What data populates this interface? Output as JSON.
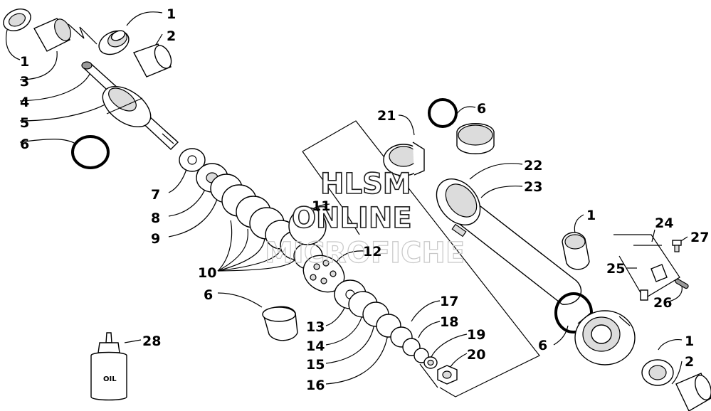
{
  "watermark": {
    "line1": "HLSM",
    "line2": "ONLINE",
    "line3": "MICROFICHE"
  },
  "bottle_label": "OIL",
  "callouts": [
    {
      "id": "c1a",
      "text": "1"
    },
    {
      "id": "c2a",
      "text": "2"
    },
    {
      "id": "c1b",
      "text": "1"
    },
    {
      "id": "c3",
      "text": "3"
    },
    {
      "id": "c4",
      "text": "4"
    },
    {
      "id": "c5",
      "text": "5"
    },
    {
      "id": "c6a",
      "text": "6"
    },
    {
      "id": "c7",
      "text": "7"
    },
    {
      "id": "c8",
      "text": "8"
    },
    {
      "id": "c9",
      "text": "9"
    },
    {
      "id": "c10",
      "text": "10"
    },
    {
      "id": "c6b",
      "text": "6"
    },
    {
      "id": "c11",
      "text": "11"
    },
    {
      "id": "c12",
      "text": "12"
    },
    {
      "id": "c13",
      "text": "13"
    },
    {
      "id": "c14",
      "text": "14"
    },
    {
      "id": "c15",
      "text": "15"
    },
    {
      "id": "c16",
      "text": "16"
    },
    {
      "id": "c17",
      "text": "17"
    },
    {
      "id": "c18",
      "text": "18"
    },
    {
      "id": "c19",
      "text": "19"
    },
    {
      "id": "c20",
      "text": "20"
    },
    {
      "id": "c21",
      "text": "21"
    },
    {
      "id": "c6c",
      "text": "6"
    },
    {
      "id": "c22",
      "text": "22"
    },
    {
      "id": "c23",
      "text": "23"
    },
    {
      "id": "c1c",
      "text": "1"
    },
    {
      "id": "c24",
      "text": "24"
    },
    {
      "id": "c27",
      "text": "27"
    },
    {
      "id": "c25",
      "text": "25"
    },
    {
      "id": "c26",
      "text": "26"
    },
    {
      "id": "c6d",
      "text": "6"
    },
    {
      "id": "c1d",
      "text": "1"
    },
    {
      "id": "c2b",
      "text": "2"
    },
    {
      "id": "c28",
      "text": "28"
    }
  ]
}
